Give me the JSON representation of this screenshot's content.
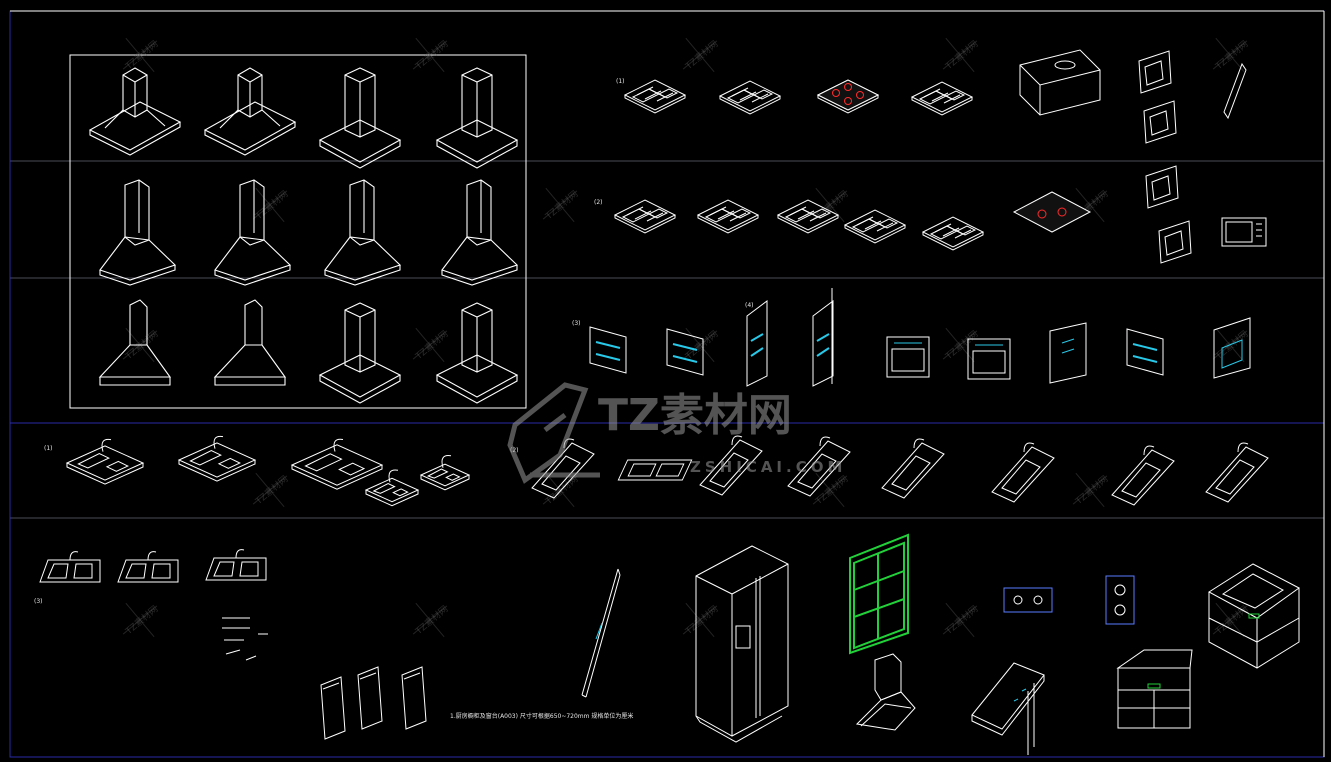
{
  "colors": {
    "background": "#000000",
    "line_white": "#ffffff",
    "grid_gray": "#4a4a58",
    "border_blue": "#2a2aa8",
    "accent_cyan": "#29c8e8",
    "accent_green": "#22d13a",
    "accent_red": "#ff2a2a",
    "watermark": "#9a9a9a"
  },
  "watermark": {
    "brand": "TZ素材网",
    "url": "ZSHICAI.COM",
    "tile_label": "TZ素材网"
  },
  "labels": {
    "row1_marker": "(1)",
    "row2_marker": "(2)",
    "row3_marker": "(3)",
    "row3_oven_marker": "(4)",
    "row4_marker": "(1)",
    "row4_sink_marker": "(2)",
    "row5_marker": "(3)"
  },
  "notes": {
    "window_note": "1.厨房橱柜及窗台(A003) 尺寸可根据650~720mm 规格单位为厘米"
  },
  "icons": {
    "range_hood": "range-hood-icon",
    "gas_stove": "gas-stove-icon",
    "sink": "sink-icon",
    "oven": "oven-icon",
    "fridge": "refrigerator-icon",
    "window": "window-icon",
    "microwave": "microwave-icon"
  }
}
